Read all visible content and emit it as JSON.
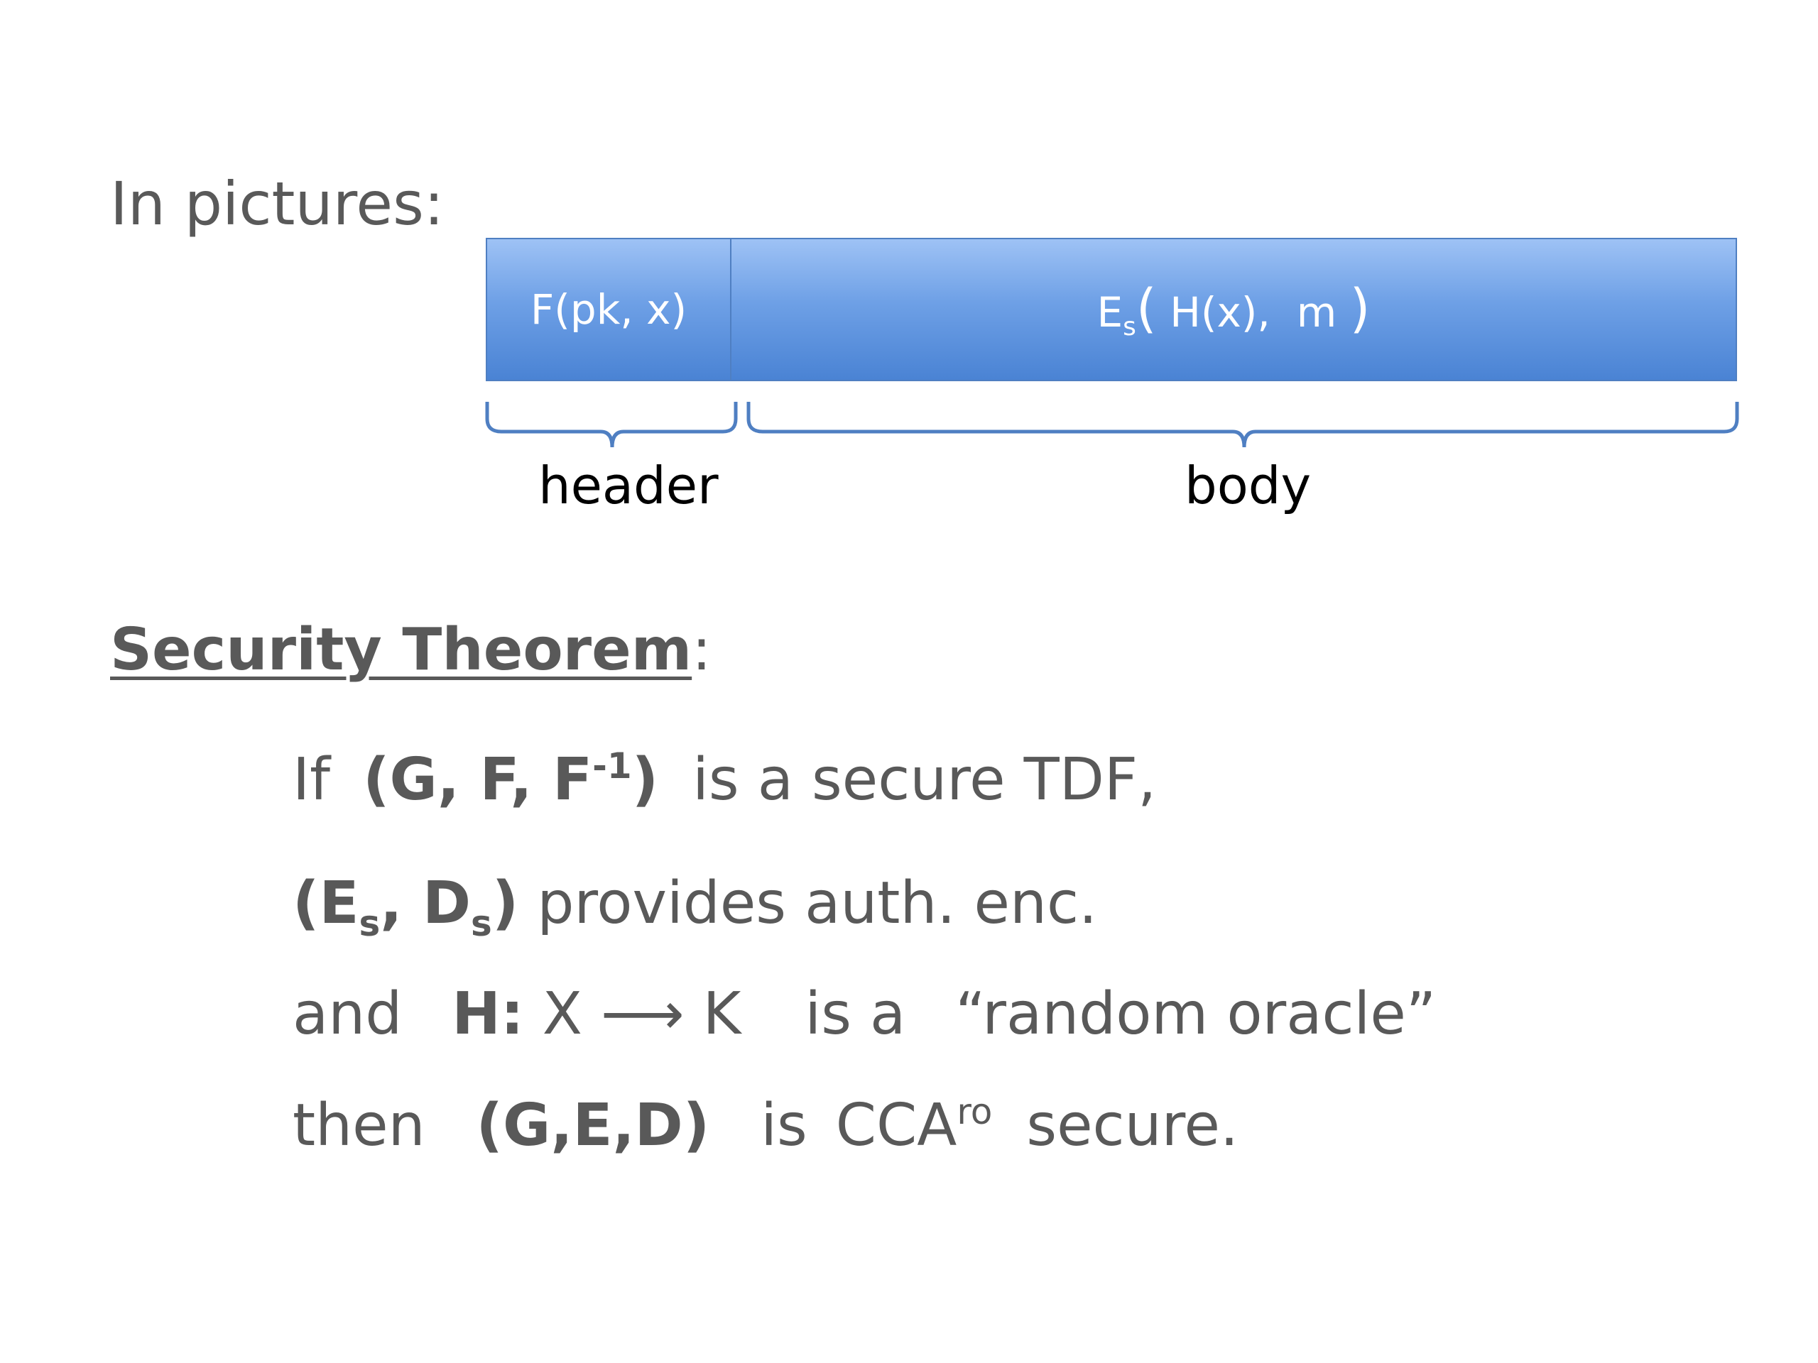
{
  "intro": "In pictures:",
  "diagram": {
    "header_box": {
      "prefix": "F(pk, x)"
    },
    "body_box": {
      "e": "E",
      "e_sub": "s",
      "lparen": "(",
      "inner": " H(x),  m ",
      "rparen": ")"
    },
    "header_label": "header",
    "body_label": "body",
    "colors": {
      "box_top": "#9ec2f5",
      "box_bottom": "#4a83d4",
      "brace": "#4f7fc2"
    }
  },
  "security": {
    "title": "Security Theorem",
    "colon": ":",
    "line1": {
      "if": "If",
      "tuple": "(G, F, F",
      "inv": "-1",
      "close": ")",
      "rest": "is a secure TDF,"
    },
    "line2": {
      "open": "(E",
      "s1": "s",
      "mid": ", D",
      "s2": "s",
      "close": ")",
      "rest": " provides auth. enc."
    },
    "line3": {
      "and": "and",
      "h": "H:",
      "map": " X ⟶ K",
      "isa": "is a",
      "quote": "“random oracle”"
    },
    "line4": {
      "then": "then",
      "tuple": "(G,E,D)",
      "is": "is",
      "cca": "CCA",
      "ro": "ro",
      "secure": "secure."
    }
  }
}
